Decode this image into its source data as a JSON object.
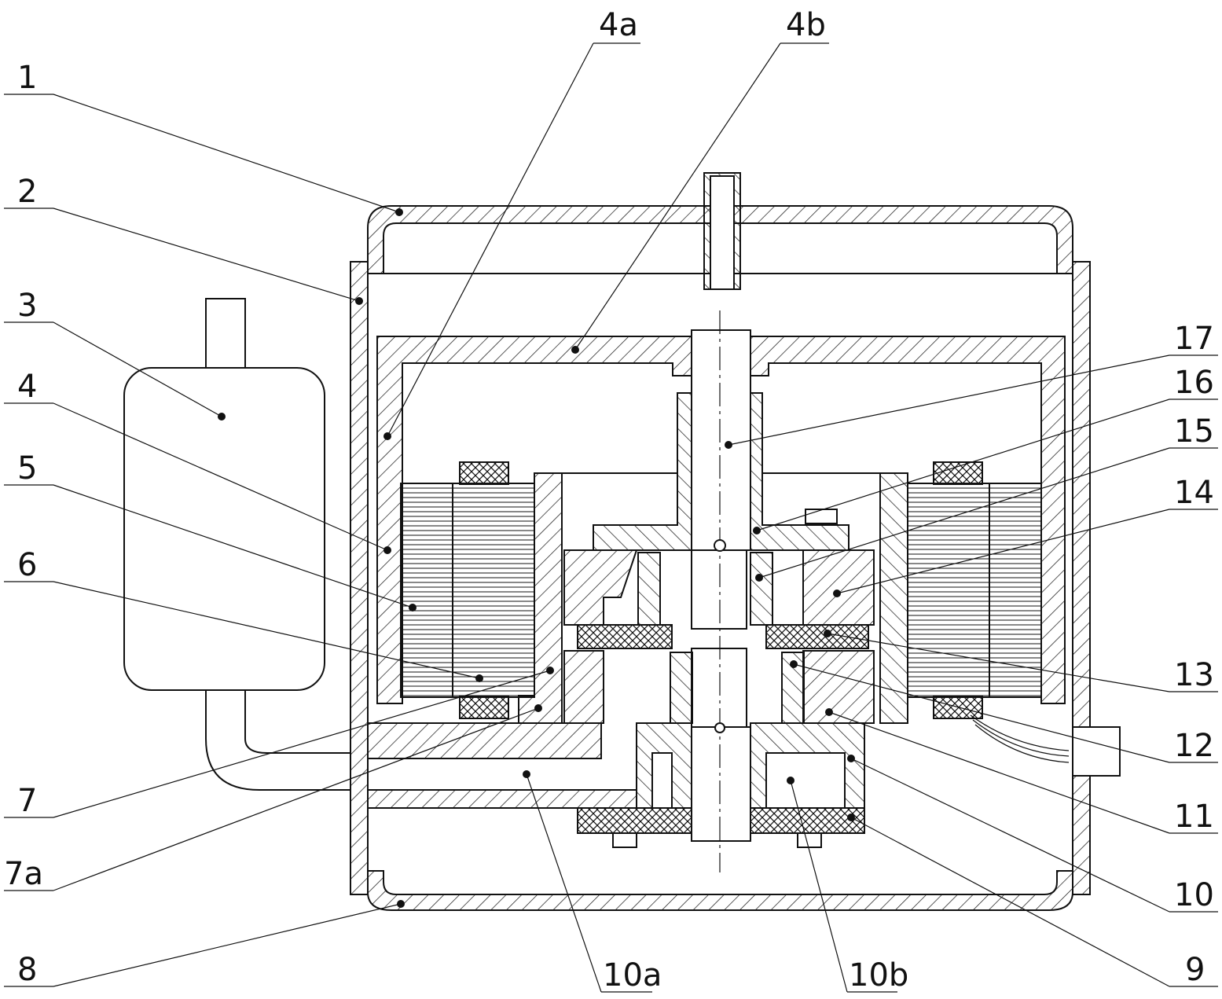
{
  "labels": {
    "l1": "1",
    "l2": "2",
    "l3": "3",
    "l4": "4",
    "l5": "5",
    "l6": "6",
    "l7": "7",
    "l7a": "7a",
    "l8": "8",
    "l4a": "4a",
    "l4b": "4b",
    "l10a": "10a",
    "l10b": "10b",
    "l9": "9",
    "l10": "10",
    "l11": "11",
    "l12": "12",
    "l13": "13",
    "l14": "14",
    "l15": "15",
    "l16": "16",
    "l17": "17"
  },
  "colors": {
    "line": "#111111",
    "background": "#ffffff"
  }
}
